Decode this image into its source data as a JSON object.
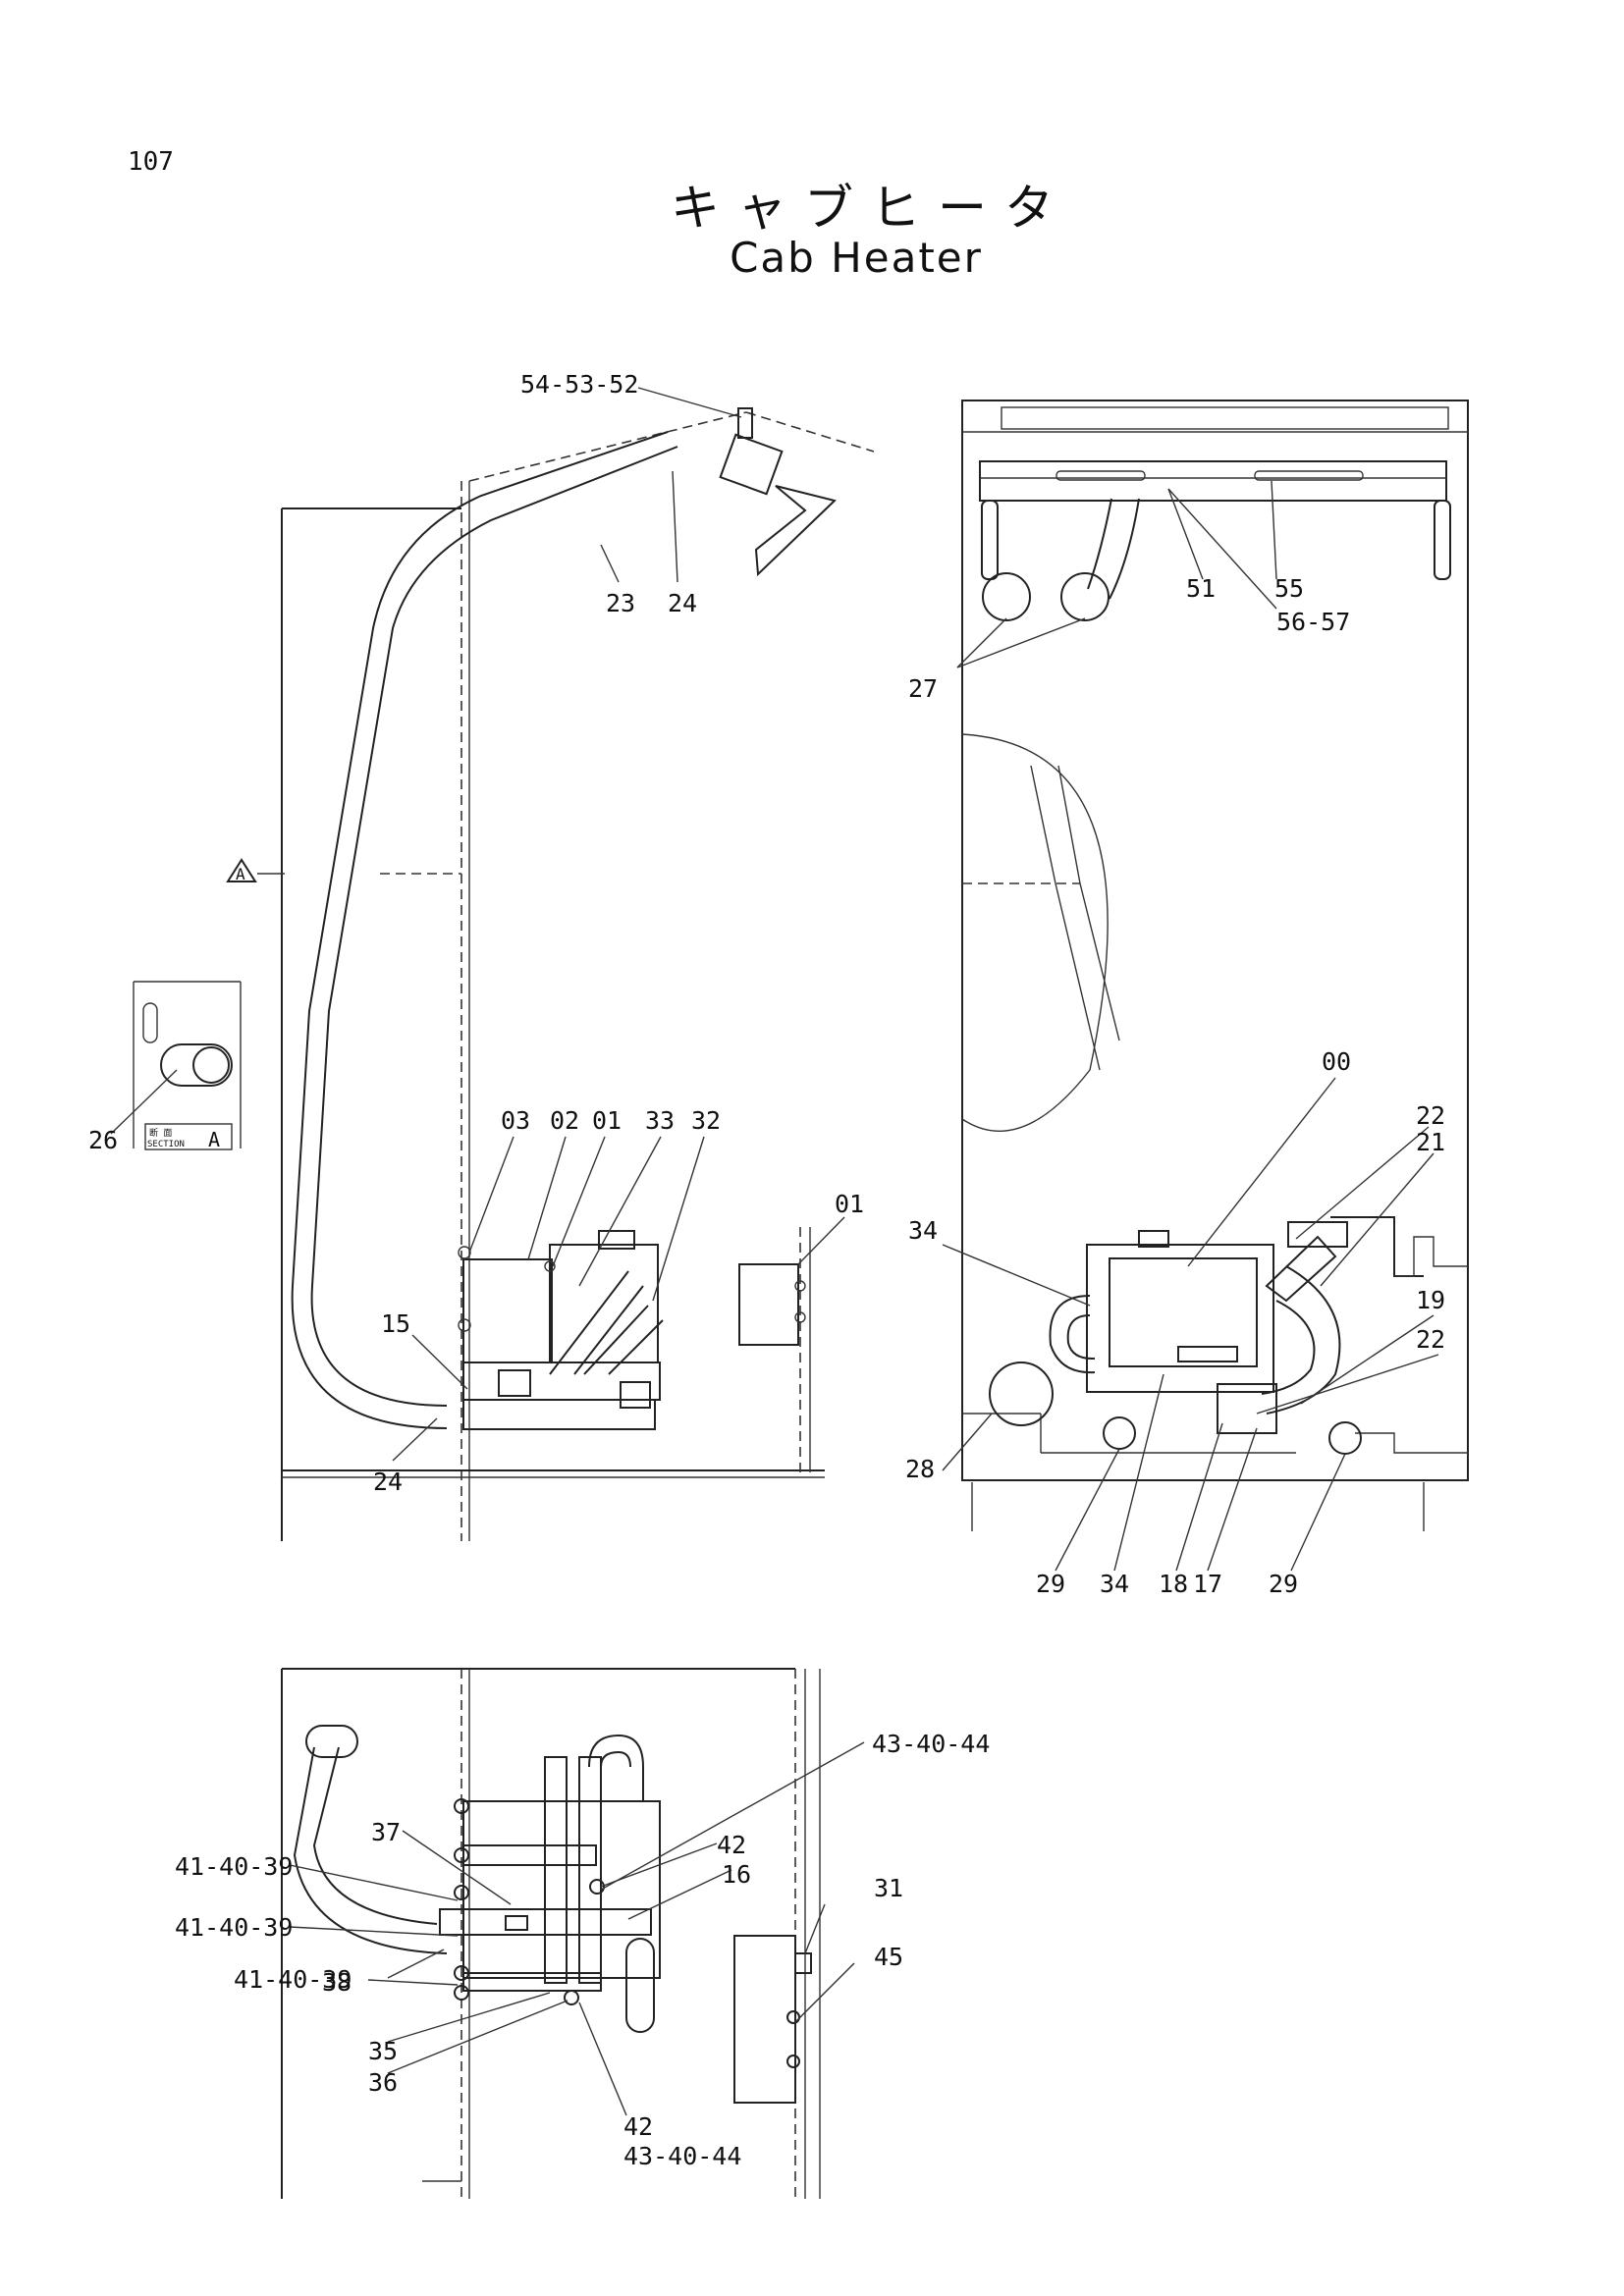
{
  "page_number": "107",
  "title_jp": "キャブヒータ",
  "title_en": "Cab Heater",
  "section_marker": "A",
  "section_box": {
    "small": "断 面",
    "label": "SECTION",
    "letter": "A"
  },
  "view_side": {
    "labels": [
      "54-53-52",
      "23",
      "24",
      "03",
      "02",
      "01",
      "33",
      "32",
      "15",
      "24",
      "26",
      "01"
    ]
  },
  "view_top": {
    "labels": [
      "51",
      "55",
      "56-57",
      "27",
      "00",
      "22",
      "21",
      "34",
      "19",
      "22",
      "28",
      "29",
      "34",
      "18",
      "17",
      "29"
    ]
  },
  "view_bottom": {
    "labels": [
      "43-40-44",
      "37",
      "42",
      "16",
      "41-40-39",
      "41-40-39",
      "38",
      "41-40-39",
      "35",
      "36",
      "42",
      "43-40-44",
      "31",
      "45"
    ]
  }
}
